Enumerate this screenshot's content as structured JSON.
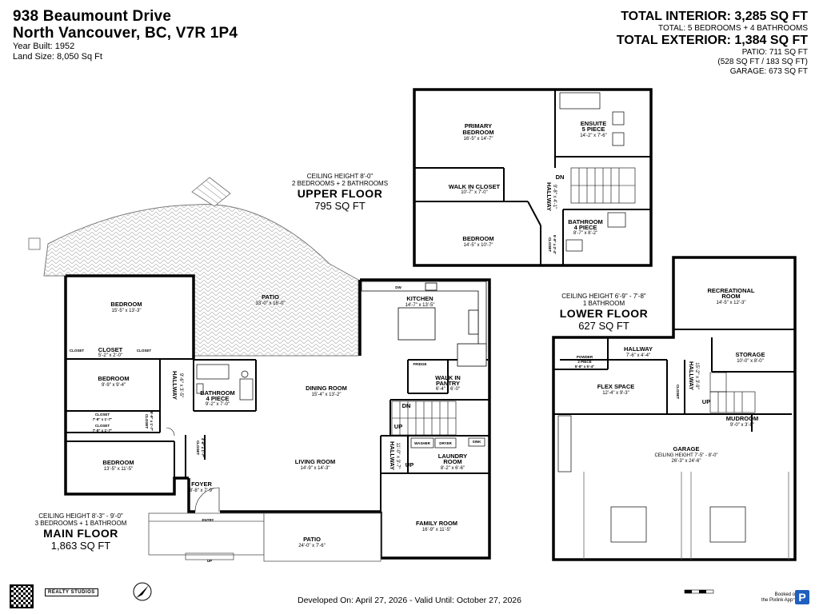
{
  "header": {
    "address_line1": "938 Beaumount Drive",
    "address_line2": "North Vancouver, BC, V7R 1P4",
    "year_built": "Year Built: 1952",
    "land_size": "Land Size: 8,050 Sq Ft",
    "total_interior": "TOTAL INTERIOR: 3,285 SQ FT",
    "interior_detail": "TOTAL: 5 BEDROOMS + 4 BATHROOMS",
    "total_exterior": "TOTAL EXTERIOR: 1,384 SQ FT",
    "patio": "PATIO: 711 SQ FT",
    "patio_split": "(528 SQ FT / 183 SQ FT)",
    "garage": "GARAGE: 673 SQ FT"
  },
  "floors": {
    "upper": {
      "ceiling": "CEILING HEIGHT 8'-0\"",
      "summary": "2 BEDROOMS + 2 BATHROOMS",
      "name": "UPPER FLOOR",
      "sqft": "795 SQ FT"
    },
    "lower": {
      "ceiling": "CEILING HEIGHT 6'-9\" - 7'-8\"",
      "summary": "1 BATHROOM",
      "name": "LOWER FLOOR",
      "sqft": "627 SQ FT"
    },
    "main": {
      "ceiling": "CEILING HEIGHT 8'-3\" - 9'-0\"",
      "summary": "3 BEDROOMS + 1 BATHROOM",
      "name": "MAIN FLOOR",
      "sqft": "1,863 SQ FT"
    }
  },
  "rooms": {
    "upper": {
      "primary_bedroom": {
        "name1": "PRIMARY",
        "name2": "BEDROOM",
        "dims": "16'-5\" x 14'-7\""
      },
      "ensuite": {
        "name1": "ENSUITE",
        "name2": "5 PIECE",
        "dims": "14'-2\" x 7'-6\""
      },
      "walk_in_closet": {
        "name": "WALK IN CLOSET",
        "dims": "10'-7\" x 7'-0\""
      },
      "hallway": {
        "name": "HALLWAY",
        "dims": "9'-8\" x 4'-1\""
      },
      "bathroom": {
        "name1": "BATHROOM",
        "name2": "4 PIECE",
        "dims": "8'-7\" x 8'-2\""
      },
      "bedroom": {
        "name": "BEDROOM",
        "dims": "14'-5\" x 10'-7\""
      },
      "closet": {
        "name": "CLOSET",
        "dims": "5'-9\" x 2'-4\""
      },
      "dn": "DN"
    },
    "main": {
      "patio": {
        "name": "PATIO",
        "dims": "33'-0\" x 16'-0\""
      },
      "kitchen": {
        "name": "KITCHEN",
        "dims": "14'-7\" x 13'-5\""
      },
      "bedroom1": {
        "name": "BEDROOM",
        "dims": "15'-5\" x 13'-3\""
      },
      "closet_mid": {
        "name": "CLOSET",
        "dims": "5'-2\" x 2'-0\""
      },
      "closet_small": "CLOSET",
      "bedroom2": {
        "name": "BEDROOM",
        "dims": "9'-9\" x 9'-4\""
      },
      "hallway": {
        "name": "HALLWAY",
        "dims": "9'-6\" x 3'-5\""
      },
      "bathroom": {
        "name1": "BATHROOM",
        "name2": "4 PIECE",
        "dims": "9'-2\" x 7'-0\""
      },
      "dining": {
        "name": "DINING ROOM",
        "dims": "15'-4\" x 13'-2\""
      },
      "fridge": "FRIDGE",
      "pantry": {
        "name1": "WALK IN",
        "name2": "PANTRY",
        "dims": "6'-4\" x 6'-0\""
      },
      "closet_a": {
        "name": "CLOSET",
        "dims": "7'-8\" x 1'-7\""
      },
      "closet_b": {
        "name": "CLOSET",
        "dims": "7'-8\" x 1'-7\""
      },
      "closet_v": {
        "name": "CLOSET",
        "dims": "5'-9\" x 1'-7\""
      },
      "closet_foyer": {
        "name": "CLOSET",
        "dims": "4'-6\" x 1'-7\""
      },
      "bedroom3": {
        "name": "BEDROOM",
        "dims": "13'-5\" x 11'-5\""
      },
      "living": {
        "name": "LIVING ROOM",
        "dims": "14'-9\" x 14'-3\""
      },
      "laundry": {
        "name1": "LAUNDRY",
        "name2": "ROOM",
        "dims": "8'-2\" x 6'-6\""
      },
      "washer": "WASHER",
      "dryer": "DRYER",
      "sink": "SINK",
      "hallway2": {
        "name": "HALLWAY",
        "dims": "11'-0\" x 3'-7\""
      },
      "foyer": {
        "name": "FOYER",
        "dims": "8'-8\" x 7'-9\""
      },
      "entry": "ENTRY",
      "patio2": {
        "name": "PATIO",
        "dims": "24'-0\" x 7'-6\""
      },
      "family": {
        "name": "FAMILY ROOM",
        "dims": "16'-9\" x 11'-5\""
      },
      "dw": "DW",
      "dn": "DN",
      "up": "UP",
      "up2": "UP"
    },
    "lower": {
      "rec_room": {
        "name1": "RECREATIONAL",
        "name2": "ROOM",
        "dims": "14'-5\" x 12'-3\""
      },
      "hallway": {
        "name": "HALLWAY",
        "dims": "7'-6\" x 4'-4\""
      },
      "powder": {
        "name1": "POWDER",
        "name2": "2 PIECE",
        "dims": "5'-8\" x 5'-4\""
      },
      "storage": {
        "name": "STORAGE",
        "dims": "10'-0\" x 8'-0\""
      },
      "flex": {
        "name": "FLEX SPACE",
        "dims": "12'-4\" x 9'-3\""
      },
      "hallway_v": {
        "name": "HALLWAY",
        "dims": "15'-2\" x 3'-9\""
      },
      "closet": "CLOSET",
      "mudroom": {
        "name": "MUDROOM",
        "dims": "9'-0\" x 3'-8\""
      },
      "garage": {
        "name": "GARAGE",
        "ceiling": "CEILING HEIGHT 7'-5\" - 8'-0\"",
        "dims": "26'-3\" x 24'-6\""
      },
      "up": "UP"
    }
  },
  "footer": {
    "developed": "Developed On: April 27, 2026 - Valid Until: October 27, 2026",
    "studio": "REALTY STUDIOS",
    "booked_1": "Booked on",
    "booked_2": "the Pixlink App™",
    "p_badge": "P"
  }
}
